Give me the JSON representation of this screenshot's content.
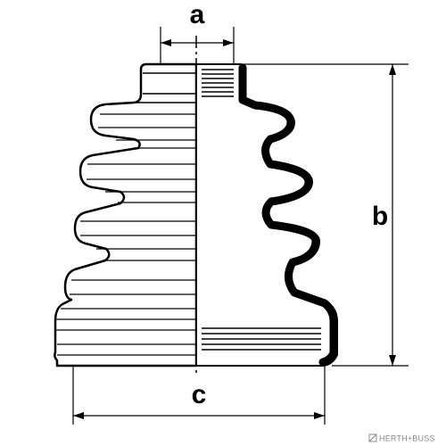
{
  "diagram": {
    "labels": {
      "a": "a",
      "b": "b",
      "c": "c"
    },
    "watermark": "HERTH+BUSS",
    "colors": {
      "line": "#000000",
      "background": "#ffffff",
      "watermark": "#8a8a8a"
    }
  }
}
